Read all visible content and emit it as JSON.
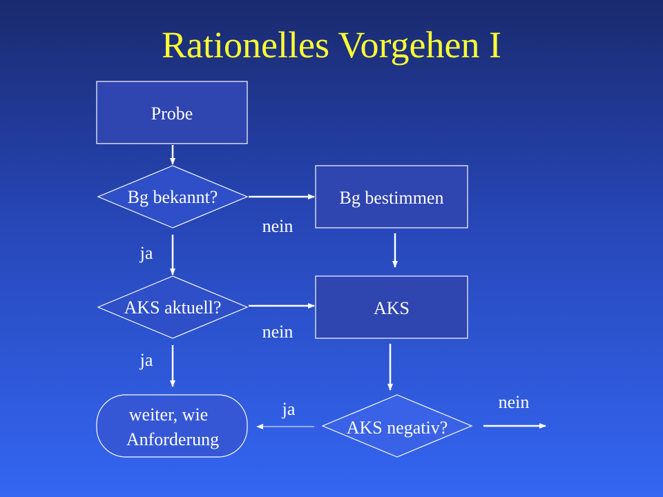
{
  "title": "Rationelles Vorgehen I",
  "colors": {
    "title": "#ffff33",
    "text": "#ffffff",
    "stroke": "#ffffff",
    "box_fill": "#2f45b0",
    "shape_fill": "#2f4fc8"
  },
  "flowchart": {
    "nodes": {
      "probe": "Probe",
      "bg_known": "Bg bekannt?",
      "bg_determine": "Bg bestimmen",
      "aks_current": "AKS aktuell?",
      "aks": "AKS",
      "continue_line1": "weiter, wie",
      "continue_line2": "Anforderung",
      "aks_negative": "AKS negativ?"
    },
    "edge_labels": {
      "bg_known_no": "nein",
      "bg_known_yes": "ja",
      "aks_current_no": "nein",
      "aks_current_yes": "ja",
      "aks_negative_yes": "ja",
      "aks_negative_no": "nein"
    }
  }
}
